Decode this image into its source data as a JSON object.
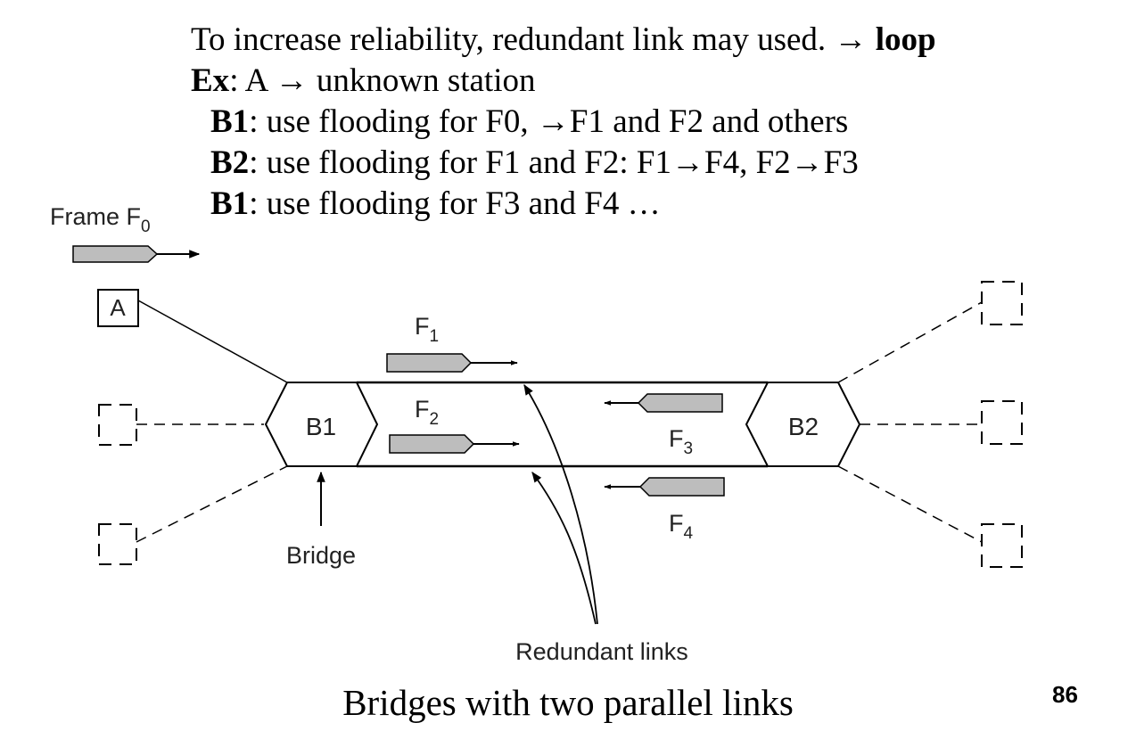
{
  "header": {
    "line1_text": "To increase reliability, redundant link may used. ",
    "line1_arrow": "→",
    "line1_bold": "loop",
    "line2_bold": "Ex",
    "line2_rest": ": A → unknown station",
    "line3_bold": "B1",
    "line3_rest": ": use flooding for F0, →F1 and F2 and others",
    "line4_bold": "B2",
    "line4_rest": ": use flooding for F1 and F2: F1→F4, F2→F3",
    "line5_bold": "B1",
    "line5_rest": ": use flooding for F3 and F4 …"
  },
  "diagram": {
    "frame_label": "Frame F",
    "frame_sub": "0",
    "station_a": "A",
    "bridge1": "B1",
    "bridge2": "B2",
    "f1": "F",
    "f1_sub": "1",
    "f2": "F",
    "f2_sub": "2",
    "f3": "F",
    "f3_sub": "3",
    "f4": "F",
    "f4_sub": "4",
    "bridge_label": "Bridge",
    "redundant_label": "Redundant links"
  },
  "caption": "Bridges with two parallel links",
  "page_number": "86"
}
